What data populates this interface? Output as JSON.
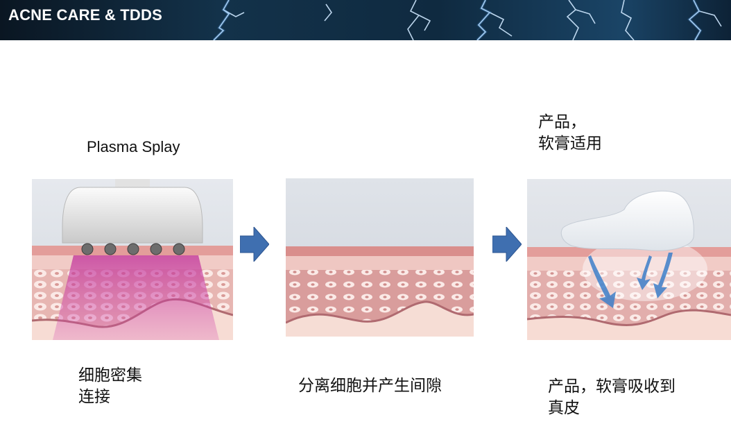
{
  "header": {
    "title": "ACNE CARE & TDDS"
  },
  "steps": [
    {
      "top_label": "Plasma Splay",
      "bottom_label": [
        "细胞密集",
        "连接"
      ],
      "image": "plasma-device-skin-illustration"
    },
    {
      "top_label": "",
      "bottom_label": [
        "分离细胞并产生间隙"
      ],
      "image": "separated-skin-cells-illustration"
    },
    {
      "top_label": [
        "产品，",
        "软膏适用"
      ],
      "bottom_label": [
        "产品，软膏吸收到",
        "真皮"
      ],
      "image": "cream-absorption-illustration"
    }
  ],
  "icons": {
    "arrow": "right-arrow-icon"
  },
  "colors": {
    "arrow": "#3f6fb0",
    "skin": "#e9b8b4",
    "dermis": "#f5dcd6",
    "banner": "#13324a"
  }
}
